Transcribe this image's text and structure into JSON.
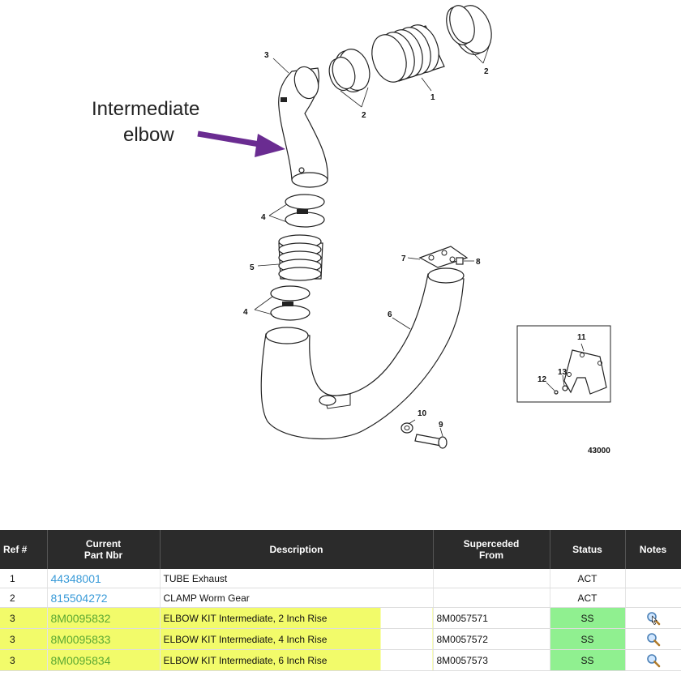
{
  "diagram": {
    "callout_line1": "Intermediate",
    "callout_line2": "elbow",
    "drawing_number": "43000",
    "labels": [
      "1",
      "2",
      "2",
      "3",
      "4",
      "4",
      "5",
      "6",
      "7",
      "8",
      "9",
      "10",
      "11",
      "12",
      "13"
    ],
    "arrow_color": "#6a2c91"
  },
  "table": {
    "headers": {
      "ref": "Ref #",
      "current_part_l1": "Current",
      "current_part_l2": "Part Nbr",
      "description": "Description",
      "superceded_l1": "Superceded",
      "superceded_l2": "From",
      "status": "Status",
      "notes": "Notes"
    },
    "rows": [
      {
        "ref": "1",
        "part": "44348001",
        "description": "TUBE Exhaust",
        "superceded": "",
        "status": "ACT"
      },
      {
        "ref": "2",
        "part": "815504272",
        "description": "CLAMP Worm Gear",
        "superceded": "",
        "status": "ACT"
      },
      {
        "ref": "3",
        "part": "8M0095832",
        "description": "ELBOW KIT Intermediate, 2 Inch Rise",
        "superceded": "8M0057571",
        "status": "SS",
        "notes_icon": "magnifier-icon"
      },
      {
        "ref": "3",
        "part": "8M0095833",
        "description": "ELBOW KIT Intermediate, 4 Inch Rise",
        "superceded": "8M0057572",
        "status": "SS",
        "notes_icon": "magnifier-icon"
      },
      {
        "ref": "3",
        "part": "8M0095834",
        "description": "ELBOW KIT Intermediate, 6 Inch Rise",
        "superceded": "8M0057573",
        "status": "SS",
        "notes_icon": "magnifier-icon"
      }
    ],
    "colors": {
      "header_bg": "#2b2b2b",
      "highlight": "#f2fb6a",
      "status_ss": "#90f090",
      "link_blue": "#3a9bd8",
      "link_green": "#5aa832"
    }
  }
}
